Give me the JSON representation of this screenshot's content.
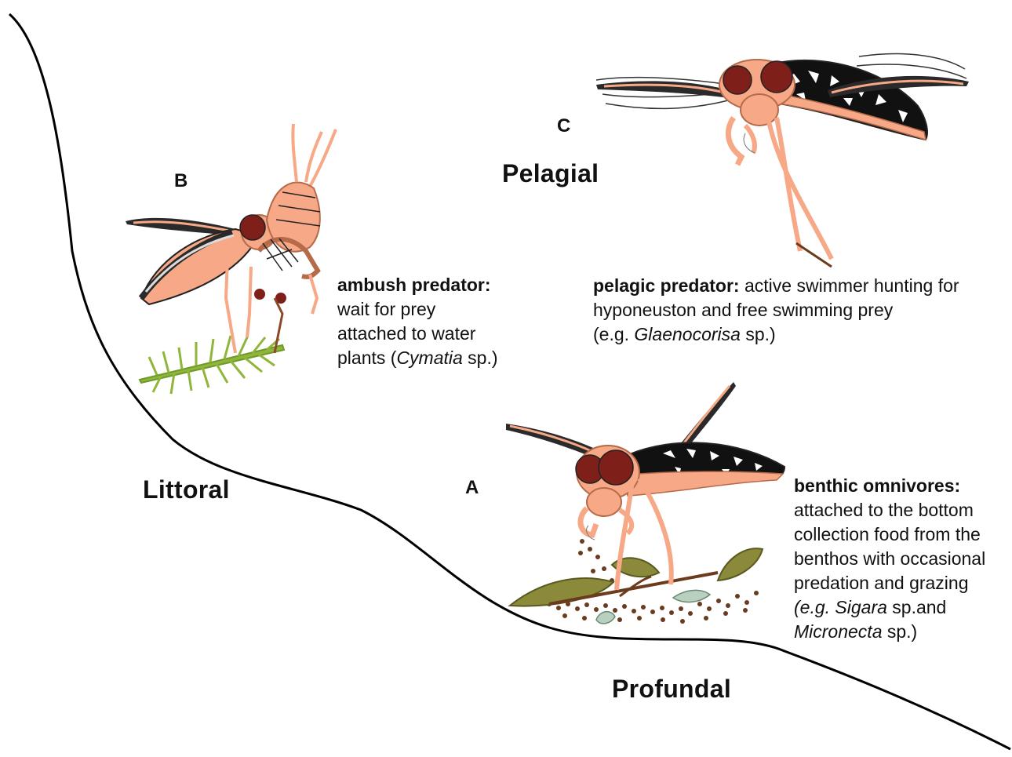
{
  "zones": {
    "littoral": "Littoral",
    "pelagial": "Pelagial",
    "profundal": "Profundal"
  },
  "panels": {
    "A": {
      "letter": "A",
      "heading": "benthic omnivores:",
      "lines": [
        "attached to the bottom",
        "collection food from the",
        "benthos with occasional",
        "predation and grazing"
      ],
      "example_open": "(e.g. ",
      "taxon1": "Sigara",
      "mid": " sp.and",
      "taxon2": "Micronecta",
      "example_close": " sp.)"
    },
    "B": {
      "letter": "B",
      "heading": "ambush predator:",
      "lines": [
        "wait for prey",
        "attached to water"
      ],
      "example_open": "plants (",
      "taxon": "Cymatia",
      "example_close": " sp.)"
    },
    "C": {
      "letter": "C",
      "heading": "pelagic predator:",
      "heading_rest": " active swimmer hunting for",
      "lines": [
        "hyponeuston and free swimming prey"
      ],
      "example_open": "(e.g. ",
      "taxon": "Glaenocorisa",
      "example_close": " sp.)"
    }
  },
  "colors": {
    "body": "#f7a886",
    "body_outline": "#b56a4a",
    "eye": "#7e1f1a",
    "wing_dark": "#2a2a2a",
    "plant": "#8fb63a",
    "leaf": "#8a8a3a",
    "sediment": "#6b3b1e"
  }
}
